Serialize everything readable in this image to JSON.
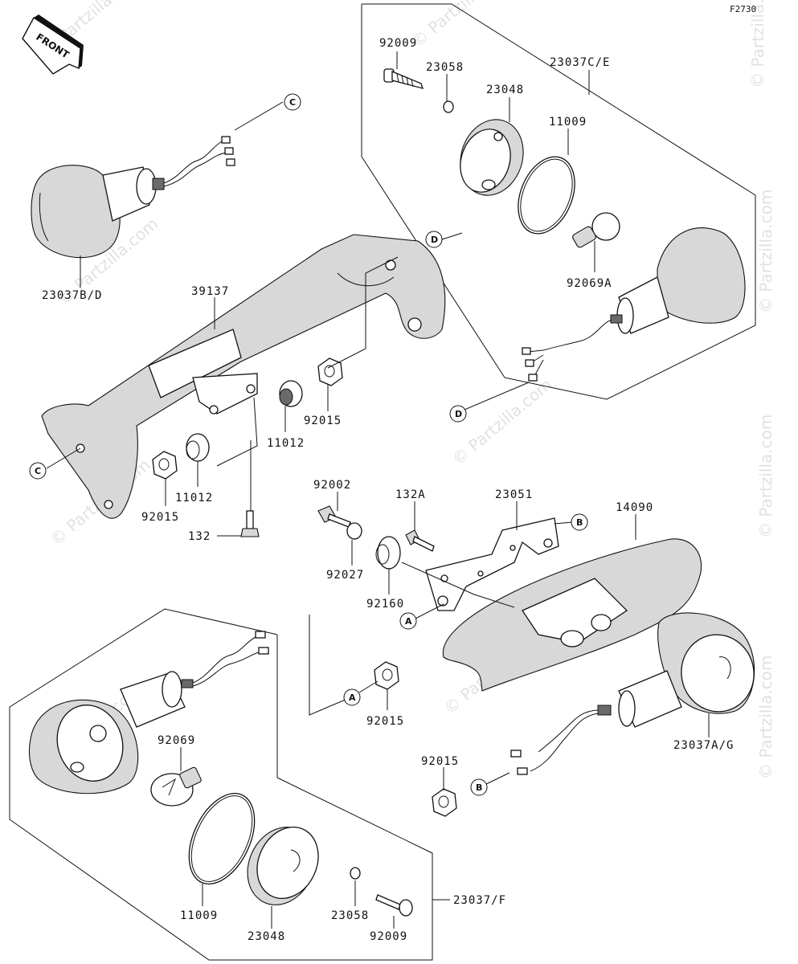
{
  "figure_code": "F2730",
  "front_arrow_label": "FRONT",
  "watermark": "© Partzilla.com",
  "labels": {
    "l92009_top": "92009",
    "l23058_top": "23058",
    "l23048_top": "23048",
    "l23037CE": "23037C/E",
    "l11009_top": "11009",
    "l92069A": "92069A",
    "l23037BD": "23037B/D",
    "l39137": "39137",
    "l92015_a": "92015",
    "l11012_a": "11012",
    "l11012_b": "11012",
    "l92015_b": "92015",
    "l132": "132",
    "l92002": "92002",
    "l132A": "132A",
    "l23051": "23051",
    "l14090": "14090",
    "l92027": "92027",
    "l92160": "92160",
    "l92069": "92069",
    "l92015_c": "92015",
    "l92015_d": "92015",
    "l23037AG": "23037A/G",
    "l11009_bot": "11009",
    "l23048_bot": "23048",
    "l23058_bot": "23058",
    "l92009_bot": "92009",
    "l23037F": "23037/F"
  },
  "refs": {
    "c_top": "C",
    "c_left": "C",
    "d_top": "D",
    "d_right": "D",
    "b_bracket": "B",
    "b_bottom": "B",
    "a_bracket": "A",
    "a_lower": "A"
  }
}
